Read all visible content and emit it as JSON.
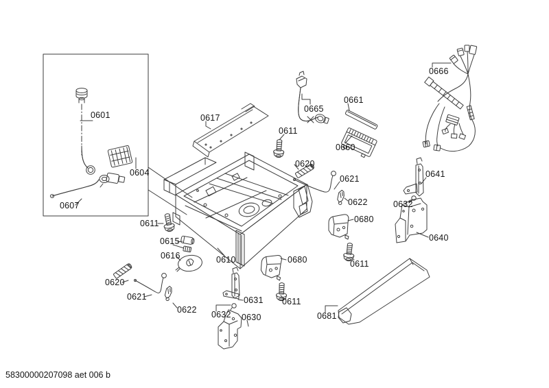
{
  "footer": {
    "code": "58300000207098 aet 006 b"
  },
  "diagram": {
    "type": "exploded-parts-diagram",
    "subject": "appliance base assembly spare parts view",
    "colors": {
      "line": "#3b3b3b",
      "leader": "#999999",
      "label": "#141414",
      "background": "#ffffff"
    },
    "labels": [
      {
        "part": "0601",
        "text": "0601"
      },
      {
        "part": "0604",
        "text": "0604"
      },
      {
        "part": "0607",
        "text": "0607"
      },
      {
        "part": "0617",
        "text": "0617"
      },
      {
        "part": "0611",
        "text": "0611"
      },
      {
        "part": "0620",
        "text": "0620"
      },
      {
        "part": "0665",
        "text": "0665"
      },
      {
        "part": "0661",
        "text": "0661"
      },
      {
        "part": "0660",
        "text": "0660"
      },
      {
        "part": "0666",
        "text": "0666"
      },
      {
        "part": "0621",
        "text": "0621"
      },
      {
        "part": "0622",
        "text": "0622"
      },
      {
        "part": "0641",
        "text": "0641"
      },
      {
        "part": "0632",
        "text": "0632"
      },
      {
        "part": "0640",
        "text": "0640"
      },
      {
        "part": "0611",
        "text": "0611"
      },
      {
        "part": "0615",
        "text": "0615"
      },
      {
        "part": "0616",
        "text": "0616"
      },
      {
        "part": "0610",
        "text": "0610"
      },
      {
        "part": "0680",
        "text": "0680"
      },
      {
        "part": "0611",
        "text": "0611"
      },
      {
        "part": "0620",
        "text": "0620"
      },
      {
        "part": "0621",
        "text": "0621"
      },
      {
        "part": "0622",
        "text": "0622"
      },
      {
        "part": "0680",
        "text": "0680"
      },
      {
        "part": "0631",
        "text": "0631"
      },
      {
        "part": "0611",
        "text": "0611"
      },
      {
        "part": "0632",
        "text": "0632"
      },
      {
        "part": "0630",
        "text": "0630"
      },
      {
        "part": "0681",
        "text": "0681"
      }
    ]
  }
}
